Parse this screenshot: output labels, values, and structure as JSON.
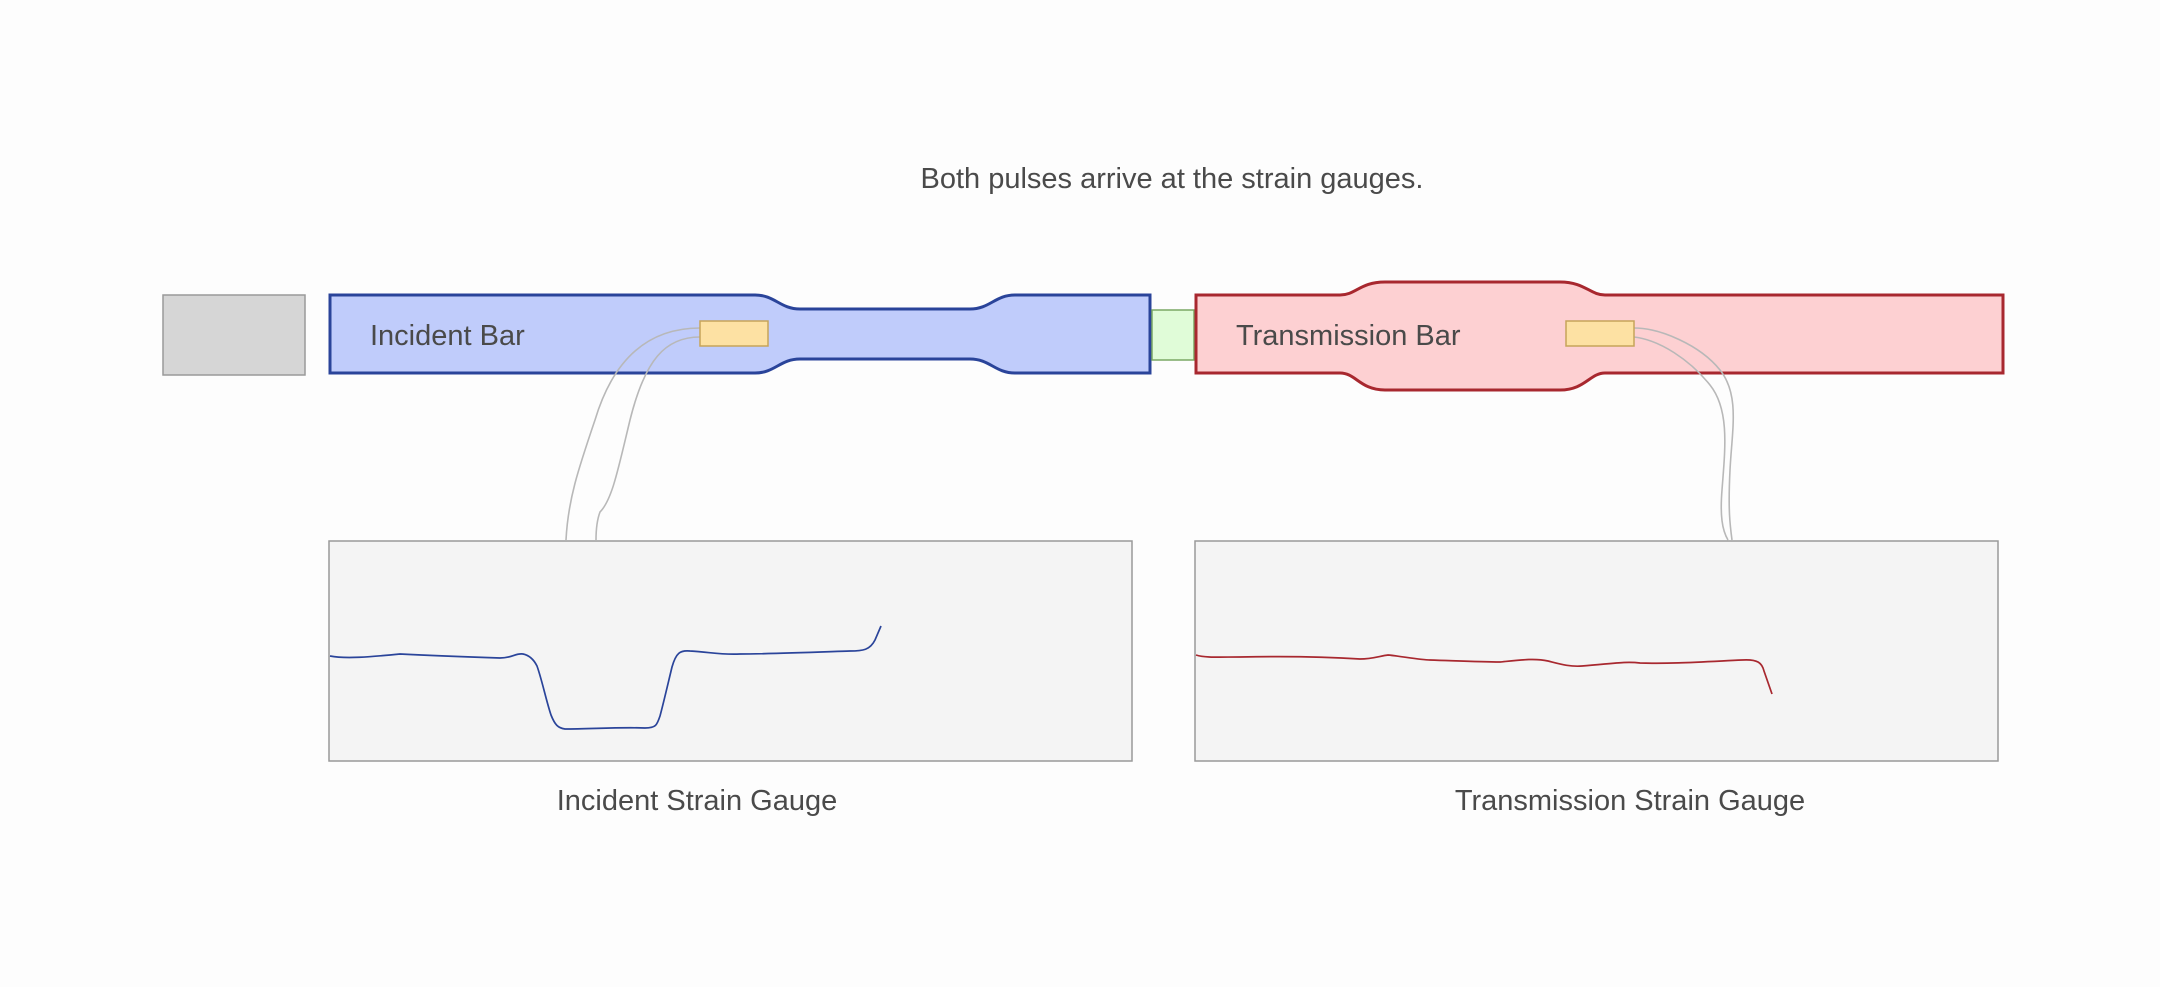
{
  "caption": "Both pulses arrive at the strain gauges.",
  "incident_bar": {
    "label": "Incident Bar",
    "fill": "#c0ccfb",
    "stroke": "#2a449a"
  },
  "transmission_bar": {
    "label": "Transmission Bar",
    "fill": "#fdd0d2",
    "stroke": "#a8282f"
  },
  "striker": {
    "fill": "#d6d6d6",
    "stroke": "#9a9a9a"
  },
  "specimen": {
    "fill": "#e0fcd8",
    "stroke": "#7aa864"
  },
  "gauge_patch": {
    "fill": "#fde1a3",
    "stroke": "#c7a45a"
  },
  "incident_gauge": {
    "label": "Incident Strain Gauge",
    "trace_color": "#2a449a"
  },
  "transmission_gauge": {
    "label": "Transmission Strain Gauge",
    "trace_color": "#a8282f"
  },
  "panel": {
    "fill": "#f4f4f4",
    "stroke": "#9a9a9a"
  },
  "wire_color": "#b8b8b8"
}
